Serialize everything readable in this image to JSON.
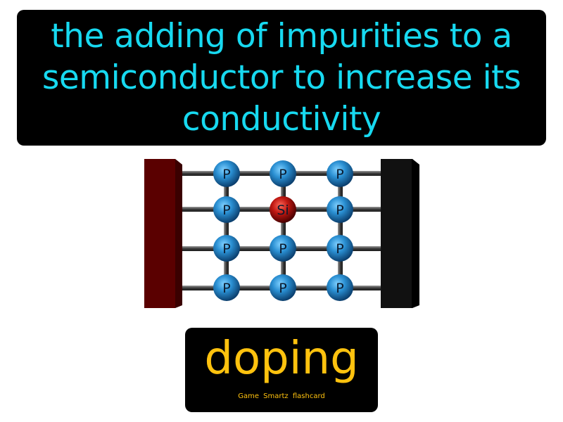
{
  "definition": {
    "lines": [
      "the adding of impurities to a",
      "semiconductor to increase its",
      "conductivity"
    ]
  },
  "diagram": {
    "atoms": [
      [
        "P",
        "P",
        "P"
      ],
      [
        "P",
        "Si",
        "P"
      ],
      [
        "P",
        "P",
        "P"
      ],
      [
        "P",
        "P",
        "P"
      ]
    ],
    "colors": {
      "left_electrode": "#5a0000",
      "right_electrode": "#111111",
      "phosphorus_atom": "#1f7fc0",
      "silicon_atom": "#b0100e"
    }
  },
  "term": {
    "word": "doping",
    "credit": "Game Smartz flashcard"
  },
  "colors": {
    "definition_text": "#17d9f0",
    "term_text": "#ffc20e",
    "box_background": "#000000"
  }
}
